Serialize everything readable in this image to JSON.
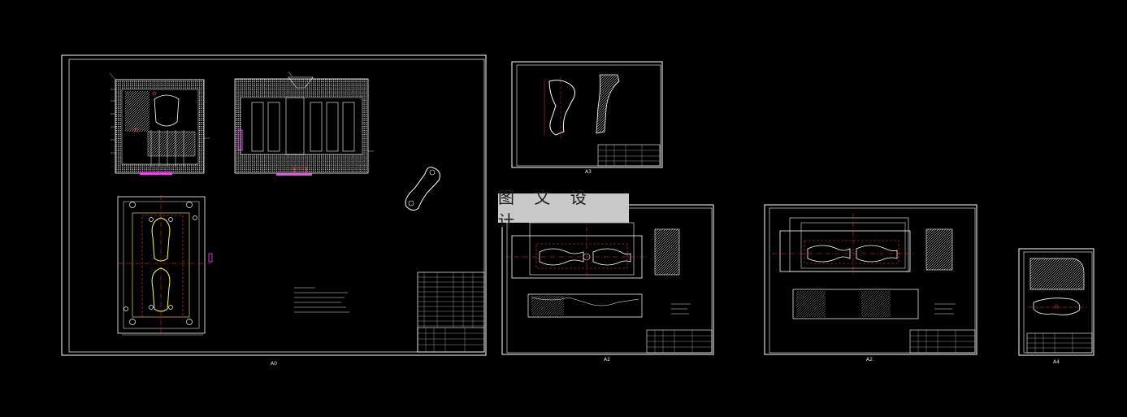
{
  "watermark": {
    "text": "图 文 设 计"
  },
  "sheets": [
    {
      "id": "main-assembly",
      "size_label": "A0"
    },
    {
      "id": "part-small",
      "size_label": "A3"
    },
    {
      "id": "cavity-plate",
      "size_label": "A2"
    },
    {
      "id": "core-plate",
      "size_label": "A2"
    },
    {
      "id": "insert",
      "size_label": "A4"
    }
  ],
  "colors": {
    "background": "#000000",
    "line": "#ffffff",
    "dim_red": "#ff3030",
    "magenta": "#ff40ff",
    "yellow": "#ffff40",
    "watermark_bg": "#c9c9c9"
  }
}
